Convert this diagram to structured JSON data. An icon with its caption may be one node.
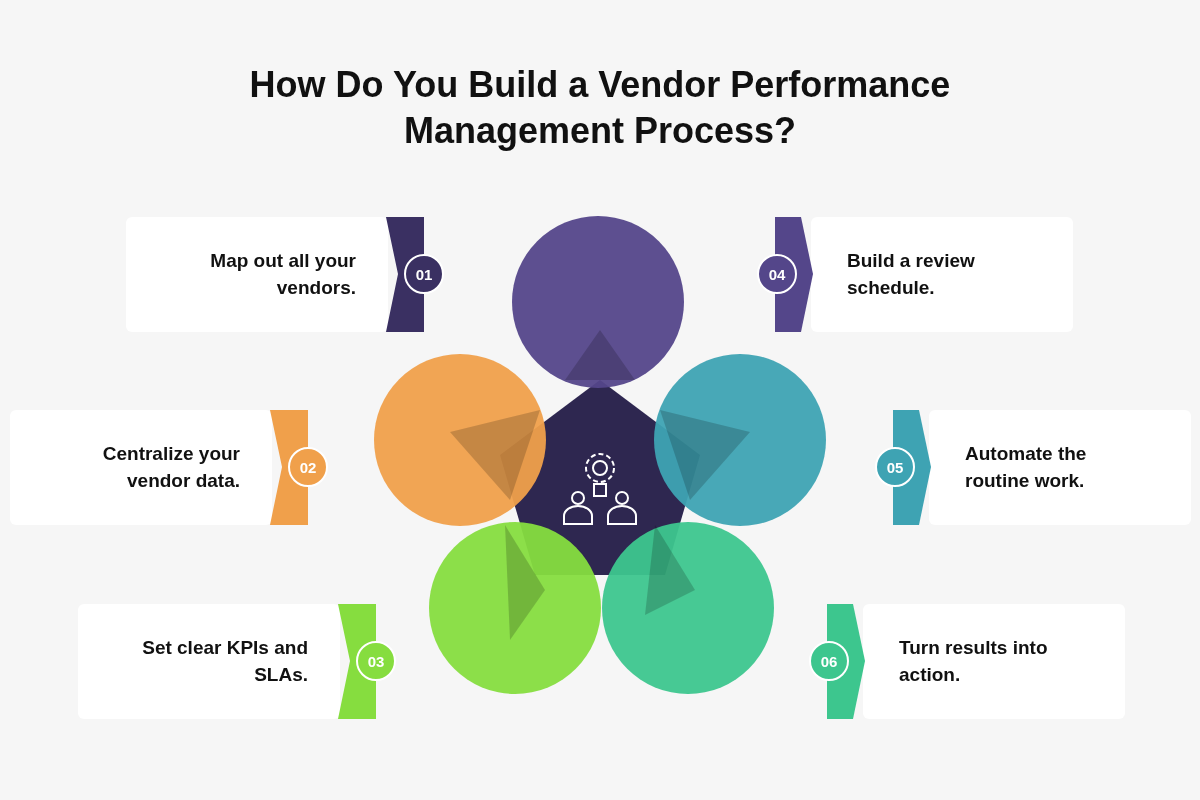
{
  "diagram": {
    "title": "How Do You Build a Vendor Performance Management Process?",
    "nodes": [
      {
        "text": [
          "Map out all your vendors.",
          "01"
        ]
      },
      {
        "text": [
          "Centralize your vendor data.",
          "02"
        ]
      },
      {
        "text": [
          "Set clear KPIs and SLAs.",
          "03"
        ]
      },
      {
        "text": [
          "04",
          "Build a review schedule."
        ]
      },
      {
        "text": [
          "05",
          "Automate the routine work."
        ]
      },
      {
        "text": [
          "06",
          "Turn results into action."
        ]
      }
    ]
  }
}
